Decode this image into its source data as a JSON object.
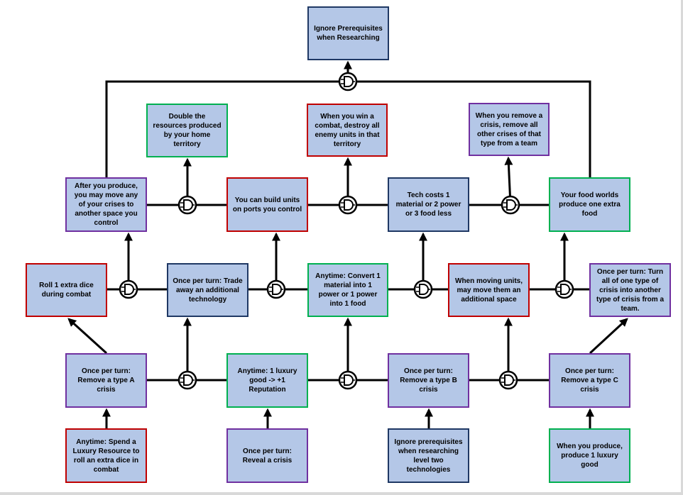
{
  "colors": {
    "fill": "#b4c7e7",
    "navy": "#1f3864",
    "red": "#c00000",
    "green": "#00b050",
    "purple": "#7030a0",
    "line": "#000000"
  },
  "gate_icon": "and-gate-icon",
  "nodes": {
    "ignore_prereq": "Ignore Prerequisites when Researching",
    "double_resources": "Double the resources produced by your home territory",
    "win_combat": "When you win a combat, destroy all enemy units in that territory",
    "remove_crisis_all": "When you remove a crisis, remove all other crises of that type from a team",
    "move_crises": "After you produce, you may move any of your crises to another space you control",
    "build_ports": "You can build units on ports you control",
    "tech_cost": "Tech costs 1 material or 2 power or 3 food less",
    "food_worlds": "Your food worlds produce one extra food",
    "roll_dice": "Roll 1 extra dice during combat",
    "trade_tech": "Once per turn: Trade away an additional technology",
    "convert_material": "Anytime: Convert 1 material into 1 power or 1 power into 1 food",
    "moving_units": "When moving units, may move them an additional space",
    "turn_crisis": "Once per turn: Turn all of one type of crisis into another type of crisis from a team.",
    "remove_a": "Once per turn: Remove a type A crisis",
    "luxury_rep": "Anytime: 1 luxury good -> +1 Reputation",
    "remove_b": "Once per turn: Remove a type B crisis",
    "remove_c": "Once per turn: Remove a type C crisis",
    "luxury_dice": "Anytime: Spend a Luxury Resource to roll an extra dice in combat",
    "reveal_crisis": "Once per turn: Reveal a crisis",
    "ignore_level2": "Ignore prerequisites when researching level two technologies",
    "produce_luxury": "When you produce, produce 1 luxury good"
  }
}
